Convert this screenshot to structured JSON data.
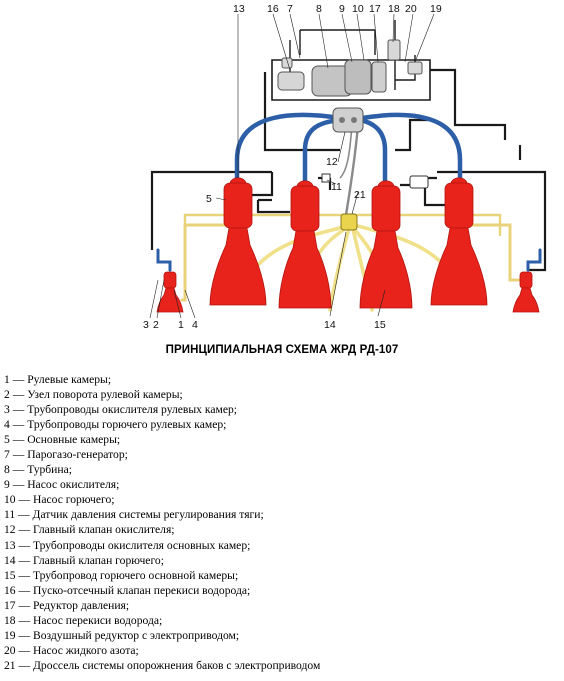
{
  "caption": "ПРИНЦИПИАЛЬНАЯ СХЕМА ЖРД РД-107",
  "labels": {
    "l1": "1",
    "l2": "2",
    "l3": "3",
    "l4": "4",
    "l5": "5",
    "l7": "7",
    "l8": "8",
    "l9": "9",
    "l10": "10",
    "l11": "11",
    "l12": "12",
    "l13": "13",
    "l14": "14",
    "l15": "15",
    "l16": "16",
    "l17": "17",
    "l18": "18",
    "l19": "19",
    "l20": "20",
    "l21": "21"
  },
  "legend": [
    "1 — Рулевые камеры;",
    "2 — Узел поворота рулевой камеры;",
    "3 — Трубопроводы окислителя рулевых камер;",
    "4 — Трубопроводы горючего рулевых камер;",
    "5 — Основные камеры;",
    "7 — Парогазо-генератор;",
    "8 — Турбина;",
    "9 — Насос окислителя;",
    "10 — Насос горючего;",
    "11 — Датчик давления системы регулирования тяги;",
    "12 — Главный клапан окислителя;",
    "13 — Трубопроводы окислителя основных камер;",
    "14 — Главный клапан горючего;",
    "15 — Трубопровод горючего основной камеры;",
    "16 — Пуско-отсечный клапан перекиси водорода;",
    "17 — Редуктор давления;",
    "18 — Насос перекиси водорода;",
    "19 — Воздушный редуктор с электроприводом;",
    "20 — Насос жидкого азота;",
    "21 — Дроссель системы опорожнения баков с электроприводом"
  ],
  "colors": {
    "chamber": "#e8231b",
    "oxidizer": "#2c5fa8",
    "fuel": "#f0e08a",
    "lines": "#1a1a1a",
    "turbopump": "#bfbfbf"
  }
}
